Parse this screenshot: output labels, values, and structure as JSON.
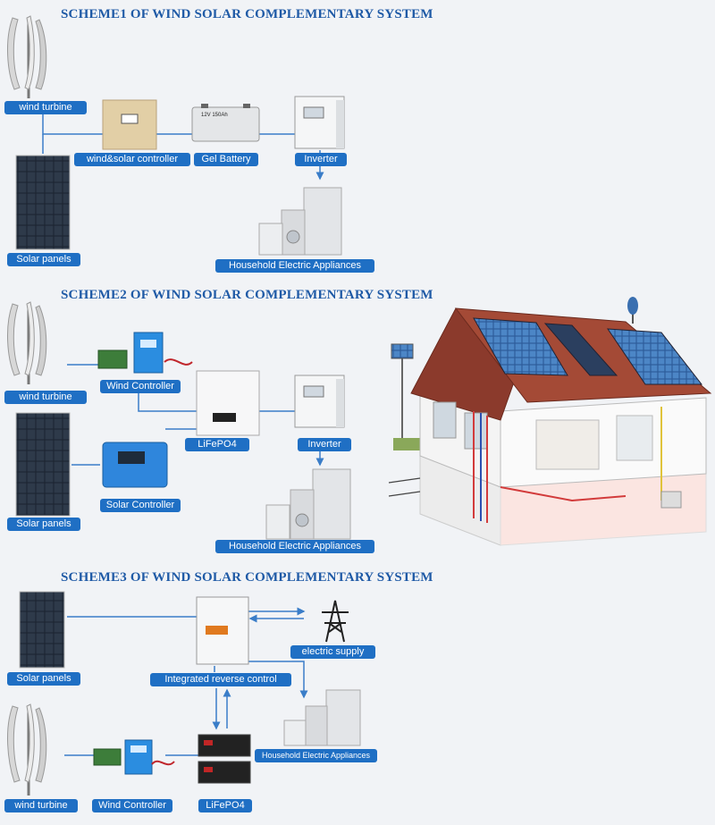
{
  "schemes": [
    {
      "title": "SCHEME1 OF WIND SOLAR COMPLEMENTARY SYSTEM",
      "labels": {
        "wind_turbine": "wind turbine",
        "controller": "wind&solar controller",
        "battery": "Gel Battery",
        "inverter": "Inverter",
        "solar": "Solar panels",
        "appliances": "Household Electric Appliances"
      },
      "battery_text": "12V 150Ah"
    },
    {
      "title": "SCHEME2 OF WIND SOLAR COMPLEMENTARY SYSTEM",
      "labels": {
        "wind_turbine": "wind turbine",
        "wind_controller": "Wind Controller",
        "battery": "LiFePO4",
        "inverter": "Inverter",
        "solar": "Solar panels",
        "solar_controller": "Solar Controller",
        "appliances": "Household Electric Appliances"
      }
    },
    {
      "title": "SCHEME3 OF WIND SOLAR COMPLEMENTARY SYSTEM",
      "labels": {
        "solar": "Solar panels",
        "electric_supply": "electric supply",
        "integrated": "Integrated reverse control",
        "appliances": "Household Electric Appliances",
        "wind_turbine": "wind turbine",
        "wind_controller": "Wind Controller",
        "battery": "LiFePO4"
      }
    }
  ],
  "colors": {
    "label_bg": "#1f6fc4",
    "title": "#1f5aa6",
    "line": "#3a7dc8"
  },
  "icons": [
    "wind-turbine-icon",
    "solar-panel-icon",
    "controller-icon",
    "battery-icon",
    "inverter-icon",
    "appliances-icon",
    "pylon-icon",
    "house-icon"
  ]
}
